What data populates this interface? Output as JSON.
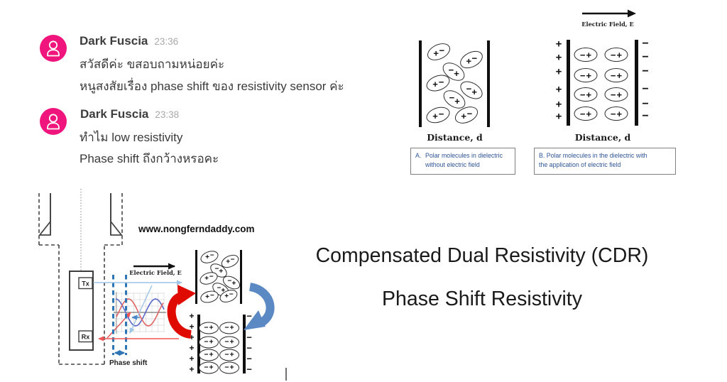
{
  "chat": {
    "messages": [
      {
        "name": "Dark Fuscia",
        "time": "23:36",
        "line1": "สวัสดีค่ะ ขสอบถามหน่อยค่ะ",
        "line2": "หนูสงสัยเรื่อง phase shift ของ resistivity sensor ค่ะ"
      },
      {
        "name": "Dark Fuscia",
        "time": "23:38",
        "line1": "ทำไม low resistivity",
        "line2": "Phase shift ถึงกว้างหรอคะ"
      }
    ]
  },
  "dielectric": {
    "electric_field_label": "Electric Field, E",
    "distance_label_a": "Distance, d",
    "distance_label_b": "Distance, d",
    "plus": "+",
    "minus": "−",
    "caption_a_marker": "A.",
    "caption_a_line1": "Polar molecules in dielectric",
    "caption_a_line2": "without electric field",
    "caption_b_line1": "B.  Polar molecules in the dielectric with",
    "caption_b_line2": "the application of electric field"
  },
  "tool": {
    "tx": "Tx",
    "rx": "Rx",
    "electric_field_label": "Electric Field, E",
    "phase_shift_label": "Phase shift",
    "watermark": "www.nongferndaddy.com"
  },
  "title": {
    "line1": "Compensated Dual Resistivity (CDR)",
    "line2": "Phase Shift Resistivity"
  },
  "colors": {
    "avatar_pink": "#f0157c",
    "caption_blue": "#2e5496",
    "dashed_blue": "#2e75b6",
    "arrow_red": "#e00b00",
    "curved_arrow_blue": "#5b89c4",
    "light_blue": "#9dc3e6",
    "sine_red": "#e06666",
    "sine_blue": "#5a68c8"
  }
}
